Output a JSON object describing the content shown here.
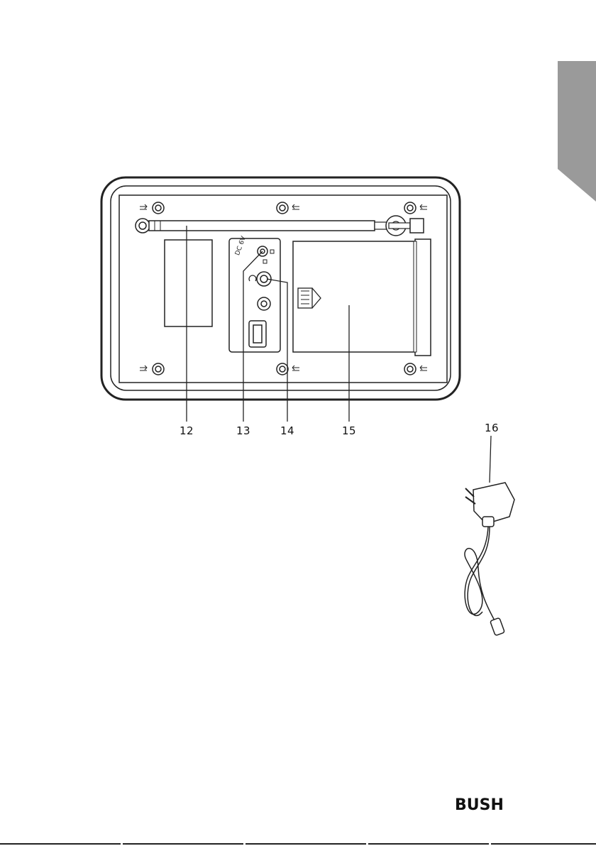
{
  "callouts": [
    {
      "id": "12",
      "label": "12"
    },
    {
      "id": "13",
      "label": "13"
    },
    {
      "id": "14",
      "label": "14"
    },
    {
      "id": "15",
      "label": "15"
    },
    {
      "id": "16",
      "label": "16"
    }
  ],
  "panel": {
    "dc_label": "DC 6V"
  },
  "brand": {
    "logo_text": "BUSH"
  },
  "colors": {
    "tab_gray": "#9a9a9a",
    "line": "#222222"
  }
}
